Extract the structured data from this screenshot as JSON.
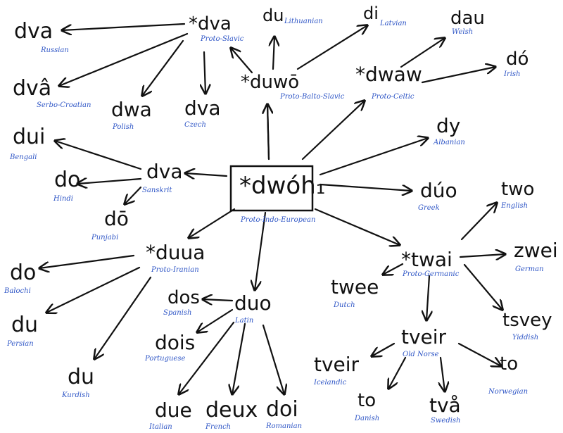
{
  "root": {
    "word": "*dwóh₁",
    "lang": "Proto-Indo-European"
  },
  "colors": {
    "word": "#111111",
    "language": "#2f56c6",
    "edge": "#111111",
    "background": "#ffffff"
  },
  "nodes": [
    {
      "id": "pie",
      "word": "*dwóh₁",
      "lang": "Proto-Indo-European"
    },
    {
      "id": "pslav",
      "word": "*dva",
      "lang": "Proto-Slavic"
    },
    {
      "id": "russian",
      "word": "dva",
      "lang": "Russian"
    },
    {
      "id": "serbo",
      "word": "dvâ",
      "lang": "Serbo-Croatian"
    },
    {
      "id": "polish",
      "word": "dwa",
      "lang": "Polish"
    },
    {
      "id": "czech",
      "word": "dva",
      "lang": "Czech"
    },
    {
      "id": "pbs",
      "word": "*duwō",
      "lang": "Proto-Balto-Slavic"
    },
    {
      "id": "lith",
      "word": "du",
      "lang": "Lithuanian"
    },
    {
      "id": "latv",
      "word": "di",
      "lang": "Latvian"
    },
    {
      "id": "pceltic",
      "word": "*dwaw",
      "lang": "Proto-Celtic"
    },
    {
      "id": "welsh",
      "word": "dau",
      "lang": "Welsh"
    },
    {
      "id": "irish",
      "word": "dó",
      "lang": "Irish"
    },
    {
      "id": "alb",
      "word": "dy",
      "lang": "Albanian"
    },
    {
      "id": "greek",
      "word": "dúo",
      "lang": "Greek"
    },
    {
      "id": "sanskrit",
      "word": "dva",
      "lang": "Sanskrit"
    },
    {
      "id": "bengali",
      "word": "dui",
      "lang": "Bengali"
    },
    {
      "id": "hindi",
      "word": "do",
      "lang": "Hindi"
    },
    {
      "id": "punjabi",
      "word": "dō",
      "lang": "Punjabi"
    },
    {
      "id": "piran",
      "word": "*duua",
      "lang": "Proto-Iranian"
    },
    {
      "id": "balochi",
      "word": "do",
      "lang": "Balochi"
    },
    {
      "id": "persian",
      "word": "du",
      "lang": "Persian"
    },
    {
      "id": "kurdish",
      "word": "du",
      "lang": "Kurdish"
    },
    {
      "id": "latin",
      "word": "duo",
      "lang": "Latin"
    },
    {
      "id": "spanish",
      "word": "dos",
      "lang": "Spanish"
    },
    {
      "id": "portuguese",
      "word": "dois",
      "lang": "Portuguese"
    },
    {
      "id": "italian",
      "word": "due",
      "lang": "Italian"
    },
    {
      "id": "french",
      "word": "deux",
      "lang": "French"
    },
    {
      "id": "romanian",
      "word": "doi",
      "lang": "Romanian"
    },
    {
      "id": "pgerm",
      "word": "*twai",
      "lang": "Proto-Germanic"
    },
    {
      "id": "english",
      "word": "two",
      "lang": "English"
    },
    {
      "id": "german",
      "word": "zwei",
      "lang": "German"
    },
    {
      "id": "dutch",
      "word": "twee",
      "lang": "Dutch"
    },
    {
      "id": "yiddish",
      "word": "tsvey",
      "lang": "Yiddish"
    },
    {
      "id": "oldnorse",
      "word": "tveir",
      "lang": "Old Norse"
    },
    {
      "id": "icelandic",
      "word": "tveir",
      "lang": "Icelandic"
    },
    {
      "id": "norwegian",
      "word": "to",
      "lang": "Norwegian"
    },
    {
      "id": "danish",
      "word": "to",
      "lang": "Danish"
    },
    {
      "id": "swedish",
      "word": "två",
      "lang": "Swedish"
    }
  ],
  "edges": [
    [
      "pie",
      "pslav"
    ],
    [
      "pie",
      "pbs"
    ],
    [
      "pie",
      "pceltic"
    ],
    [
      "pie",
      "alb"
    ],
    [
      "pie",
      "greek"
    ],
    [
      "pie",
      "sanskrit"
    ],
    [
      "pie",
      "piran"
    ],
    [
      "pie",
      "latin"
    ],
    [
      "pie",
      "pgerm"
    ],
    [
      "pslav",
      "russian"
    ],
    [
      "pslav",
      "serbo"
    ],
    [
      "pslav",
      "polish"
    ],
    [
      "pslav",
      "czech"
    ],
    [
      "pbs",
      "pslav"
    ],
    [
      "pbs",
      "lith"
    ],
    [
      "pbs",
      "latv"
    ],
    [
      "pceltic",
      "welsh"
    ],
    [
      "pceltic",
      "irish"
    ],
    [
      "sanskrit",
      "bengali"
    ],
    [
      "sanskrit",
      "hindi"
    ],
    [
      "sanskrit",
      "punjabi"
    ],
    [
      "piran",
      "balochi"
    ],
    [
      "piran",
      "persian"
    ],
    [
      "piran",
      "kurdish"
    ],
    [
      "latin",
      "spanish"
    ],
    [
      "latin",
      "portuguese"
    ],
    [
      "latin",
      "italian"
    ],
    [
      "latin",
      "french"
    ],
    [
      "latin",
      "romanian"
    ],
    [
      "pgerm",
      "english"
    ],
    [
      "pgerm",
      "german"
    ],
    [
      "pgerm",
      "dutch"
    ],
    [
      "pgerm",
      "yiddish"
    ],
    [
      "pgerm",
      "oldnorse"
    ],
    [
      "oldnorse",
      "icelandic"
    ],
    [
      "oldnorse",
      "norwegian"
    ],
    [
      "oldnorse",
      "danish"
    ],
    [
      "oldnorse",
      "swedish"
    ]
  ]
}
